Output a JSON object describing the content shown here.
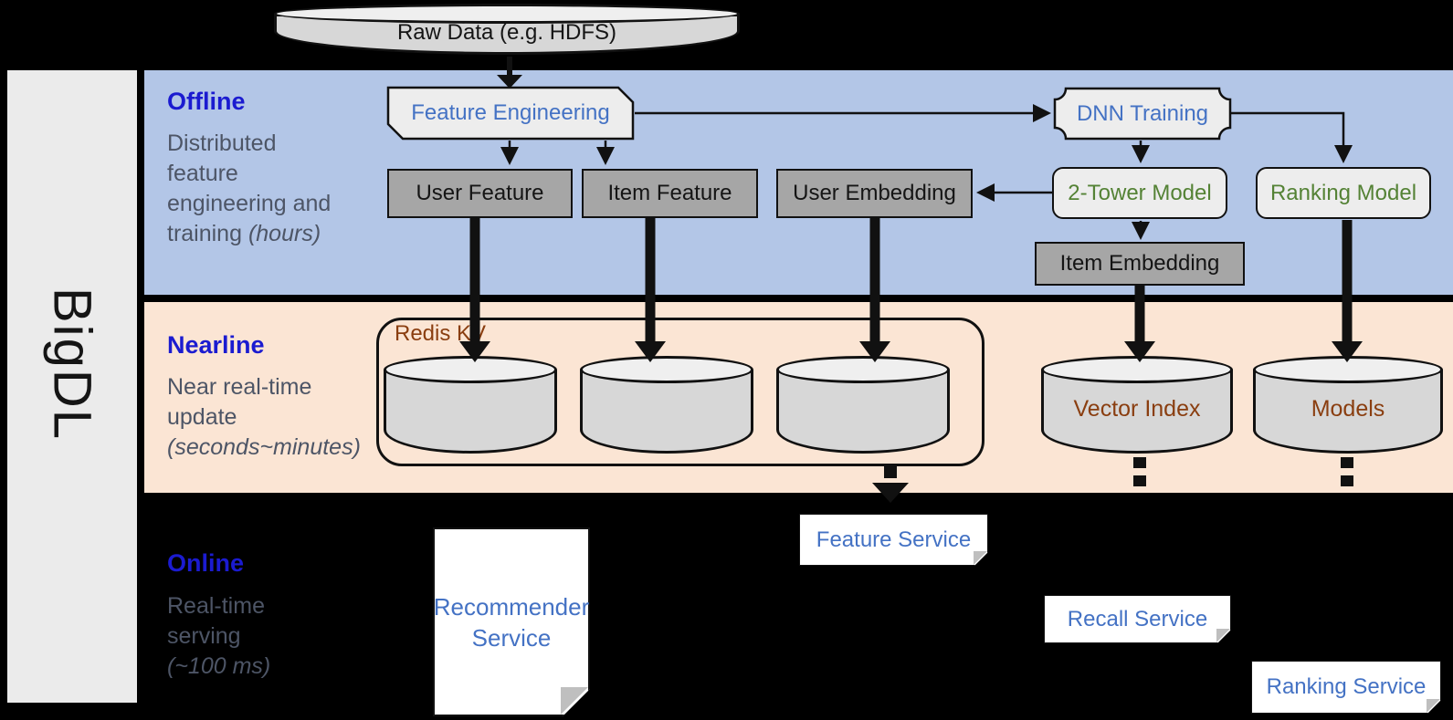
{
  "brand": {
    "label": "BigDL"
  },
  "raw_data_label": "Raw Data (e.g. HDFS)",
  "offline": {
    "title": "Offline",
    "desc_line1": "Distributed",
    "desc_line2": "feature",
    "desc_line3": "engineering and",
    "desc_line4": "training",
    "desc_line4_italic": "(hours)",
    "feature_engineering": "Feature Engineering",
    "dnn_training": "DNN Training",
    "user_feature": "User Feature",
    "item_feature": "Item Feature",
    "user_embedding": "User Embedding",
    "two_tower_model": "2-Tower Model",
    "ranking_model": "Ranking Model",
    "item_embedding": "Item Embedding"
  },
  "nearline": {
    "title": "Nearline",
    "desc_line1": "Near real-time",
    "desc_line2": "update",
    "desc_line3_italic": "(seconds~minutes)",
    "redis_kv": "Redis KV",
    "vector_index": "Vector Index",
    "models": "Models"
  },
  "online": {
    "title": "Online",
    "desc_line1": "Real-time",
    "desc_line2": "serving",
    "desc_line3_italic": "(~100 ms)",
    "recommender_line1": "Recommender",
    "recommender_line2": "Service",
    "feature_service": "Feature Service",
    "recall_service": "Recall Service",
    "ranking_service": "Ranking Service"
  },
  "colors": {
    "background": "#000000",
    "band_offline": "#b3c6e7",
    "band_nearline": "#fbe5d4",
    "left_panel": "#ebebeb",
    "heading_blue": "#1b1bd0",
    "desc_gray": "#4d5566",
    "node_text_blue": "#4472c4",
    "node_text_green": "#548235",
    "node_text_brown": "#8a3e10",
    "gray_box_fill": "#a6a6a6",
    "light_box_fill": "#ededed",
    "cylinder_fill": "#d7d7d7"
  }
}
